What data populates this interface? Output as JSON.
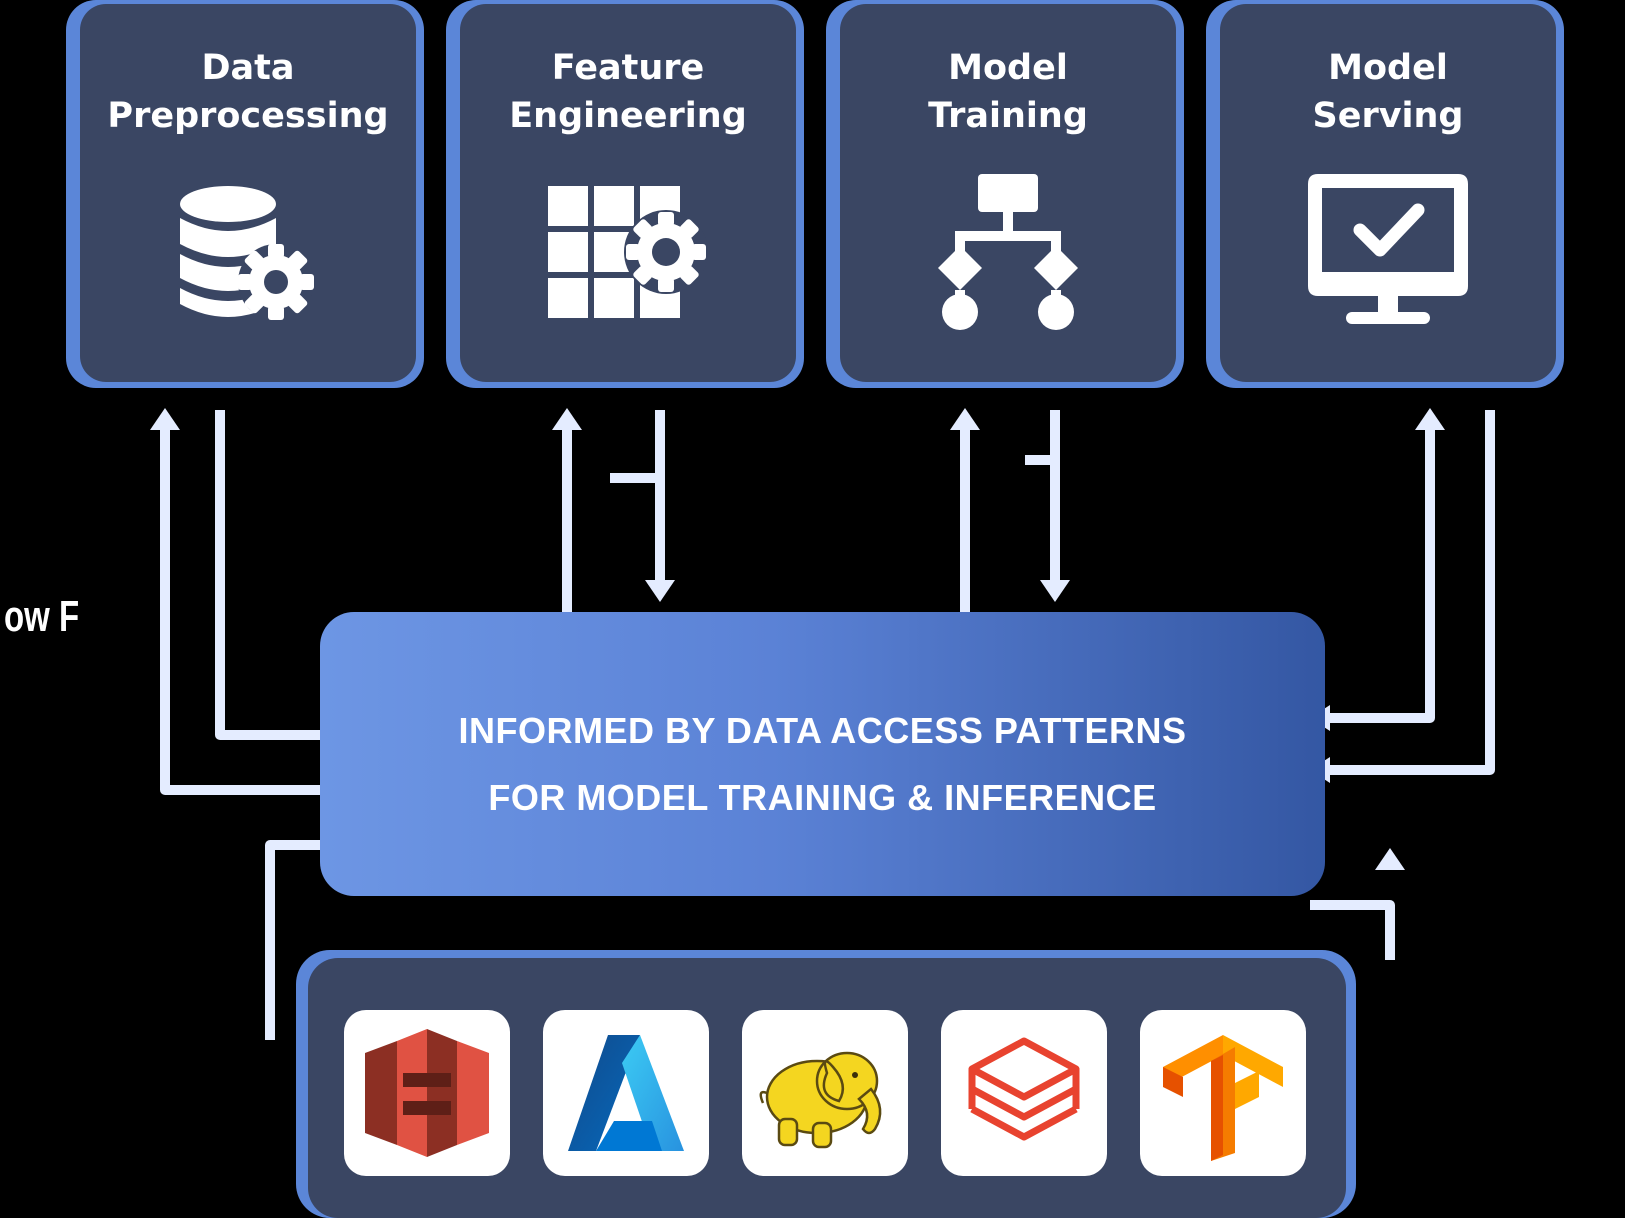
{
  "stages": [
    {
      "title_line1": "Data",
      "title_line2": "Preprocessing",
      "icon": "database-gear-icon"
    },
    {
      "title_line1": "Feature",
      "title_line2": "Engineering",
      "icon": "grid-gear-icon"
    },
    {
      "title_line1": "Model",
      "title_line2": "Training",
      "icon": "decision-tree-icon"
    },
    {
      "title_line1": "Model",
      "title_line2": "Serving",
      "icon": "monitor-check-icon"
    }
  ],
  "banner": {
    "line1": "INFORMED BY DATA ACCESS PATTERNS",
    "line2": "FOR MODEL TRAINING & INFERENCE"
  },
  "side_label": "ow F",
  "storage_logos": [
    {
      "icon": "amazon-s3-icon",
      "accent": "#c7402f"
    },
    {
      "icon": "azure-icon",
      "accent": "#0f7ed8"
    },
    {
      "icon": "hadoop-elephant-icon",
      "accent": "#f4d620"
    },
    {
      "icon": "databricks-icon",
      "accent": "#e8432f"
    },
    {
      "icon": "tensorflow-icon",
      "accent": "#f6921e"
    }
  ],
  "colors": {
    "card_border": "#5b86d8",
    "card_fill": "#3a4663",
    "banner_start": "#6d96e4",
    "banner_end": "#3457a3",
    "connector": "#e4ecff"
  }
}
